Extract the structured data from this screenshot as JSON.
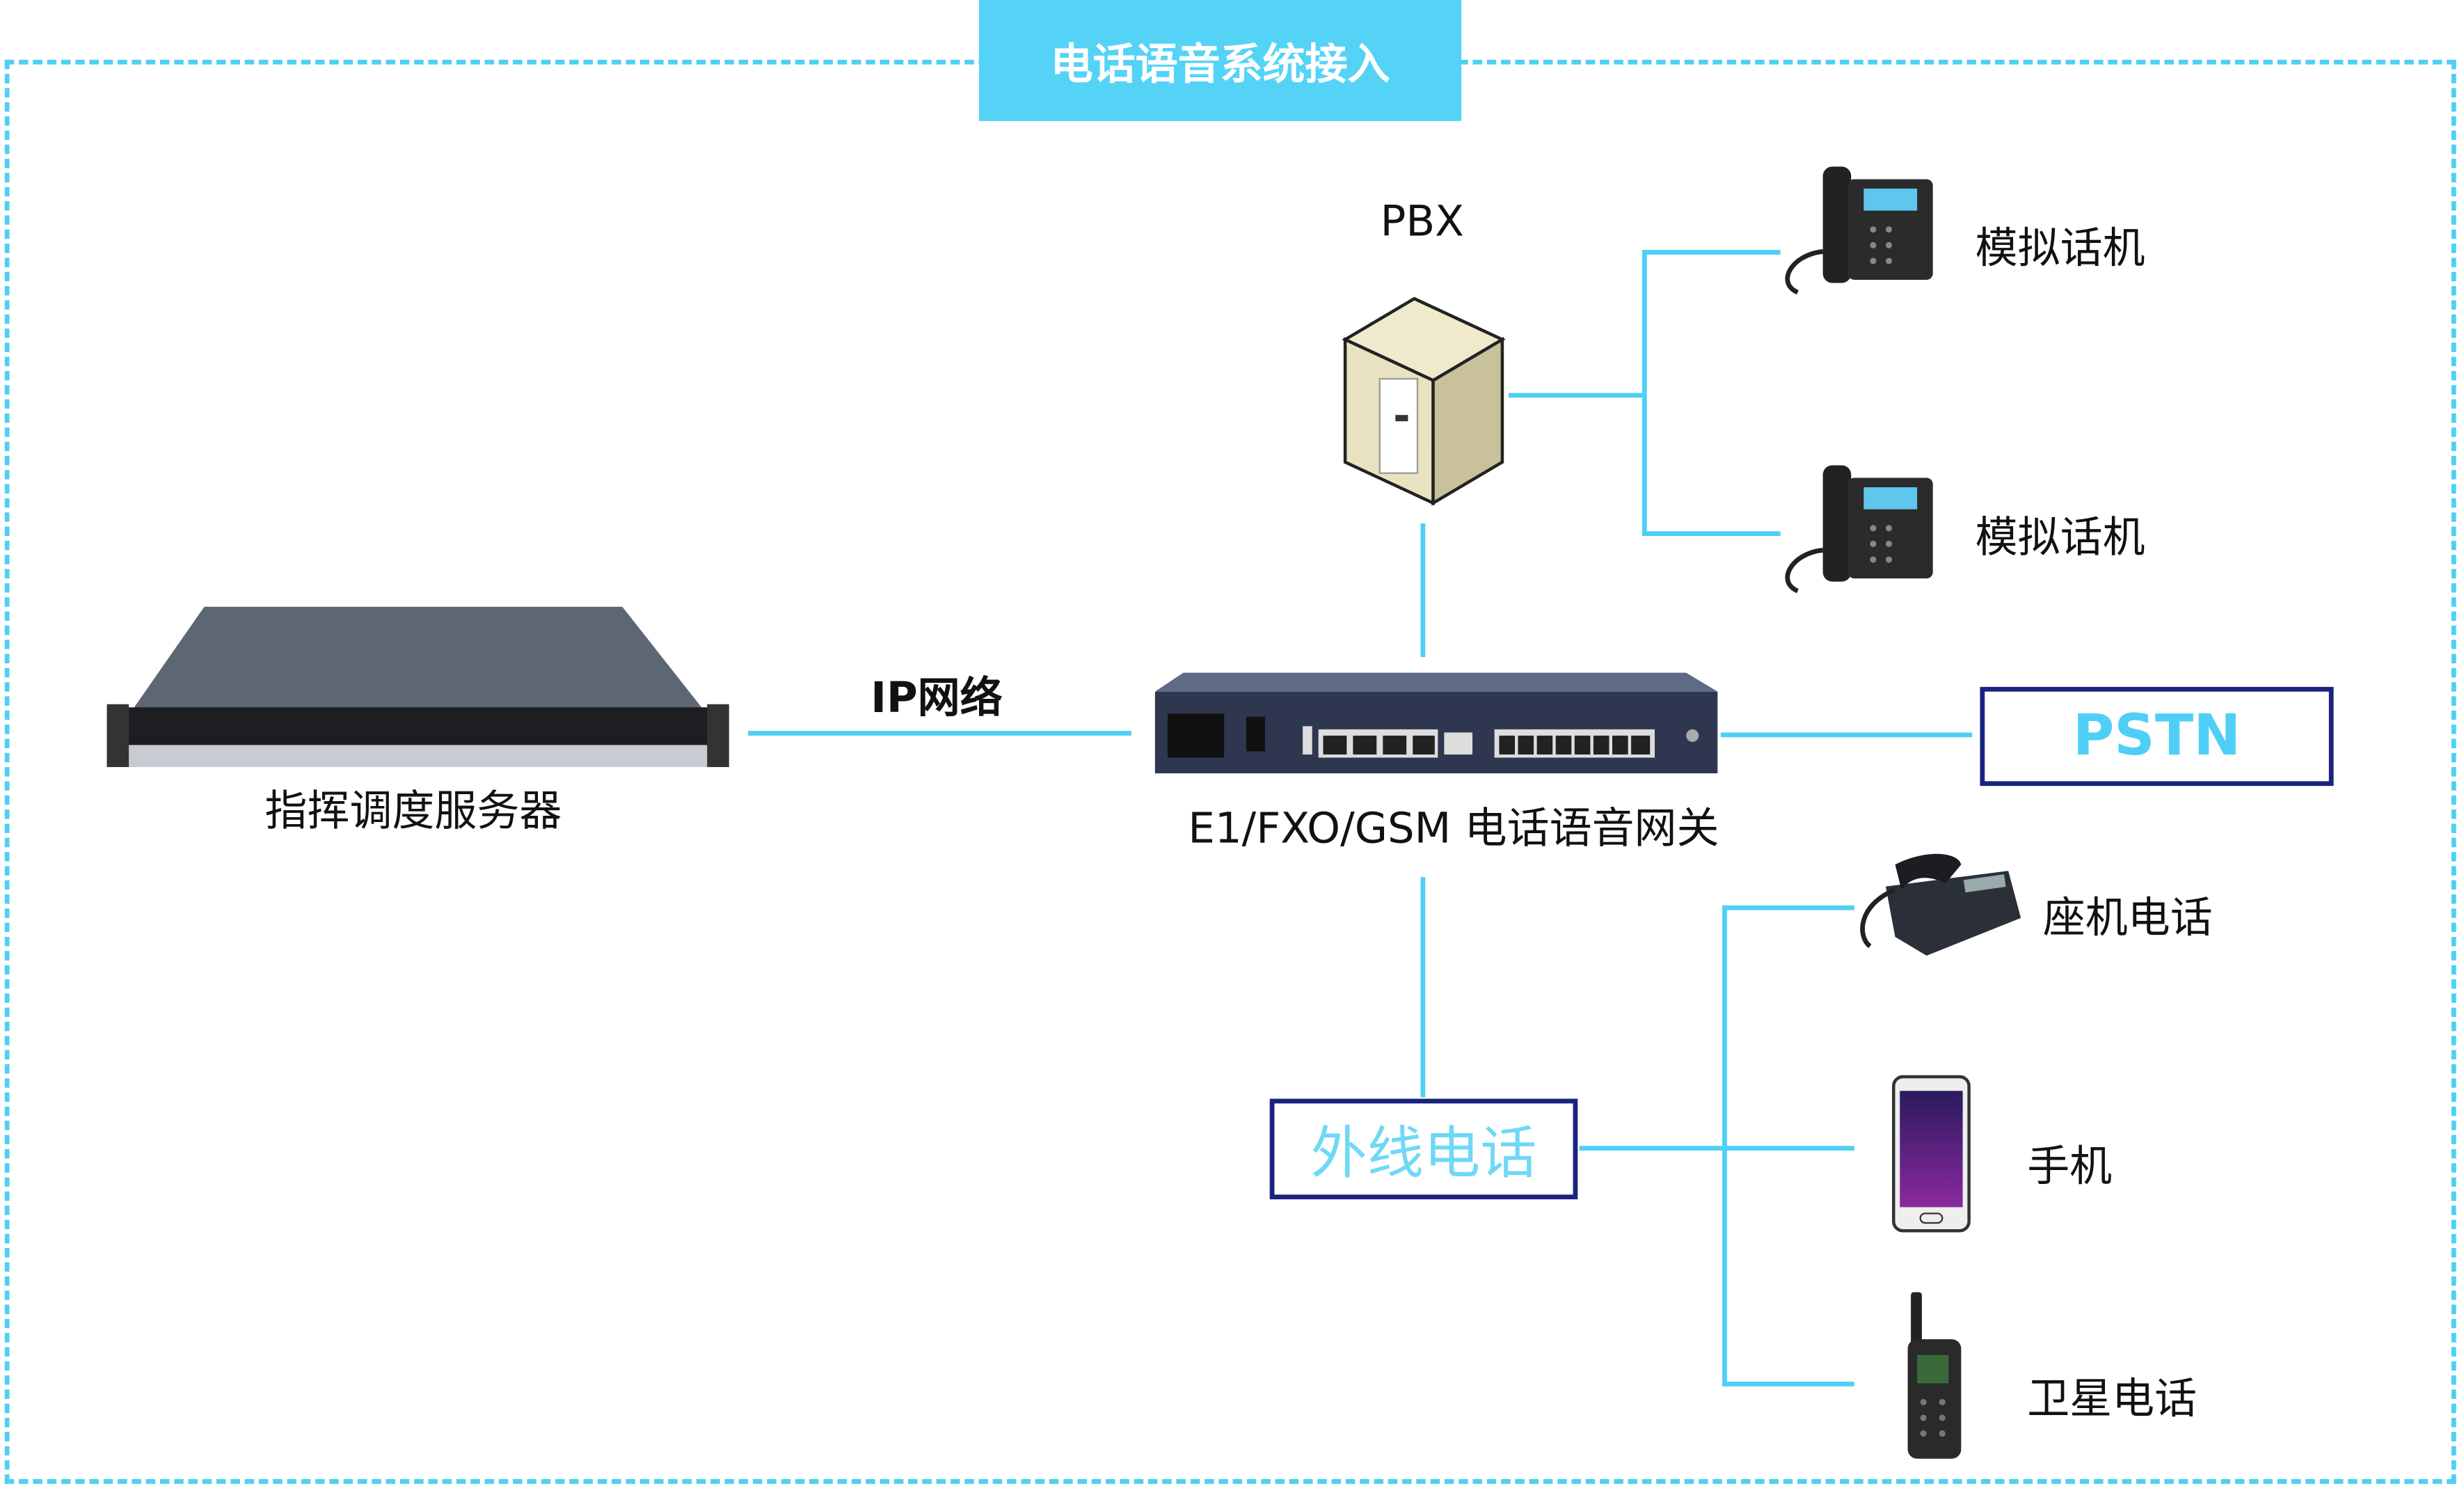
{
  "title": "电话语音系统接入",
  "nodes": {
    "pbx": "PBX",
    "analog_phone_1": "模拟话机",
    "analog_phone_2": "模拟话机",
    "server": "指挥调度服务器",
    "ip_network": "IP网络",
    "gateway": "E1/FXO/GSM 电话语音网关",
    "pstn": "PSTN",
    "external_line": "外线电话",
    "desk_phone": "座机电话",
    "mobile": "手机",
    "satellite_phone": "卫星电话"
  },
  "colors": {
    "accent": "#4fcff5",
    "title_bg": "#55d3f7",
    "box_border": "#1a237e"
  }
}
